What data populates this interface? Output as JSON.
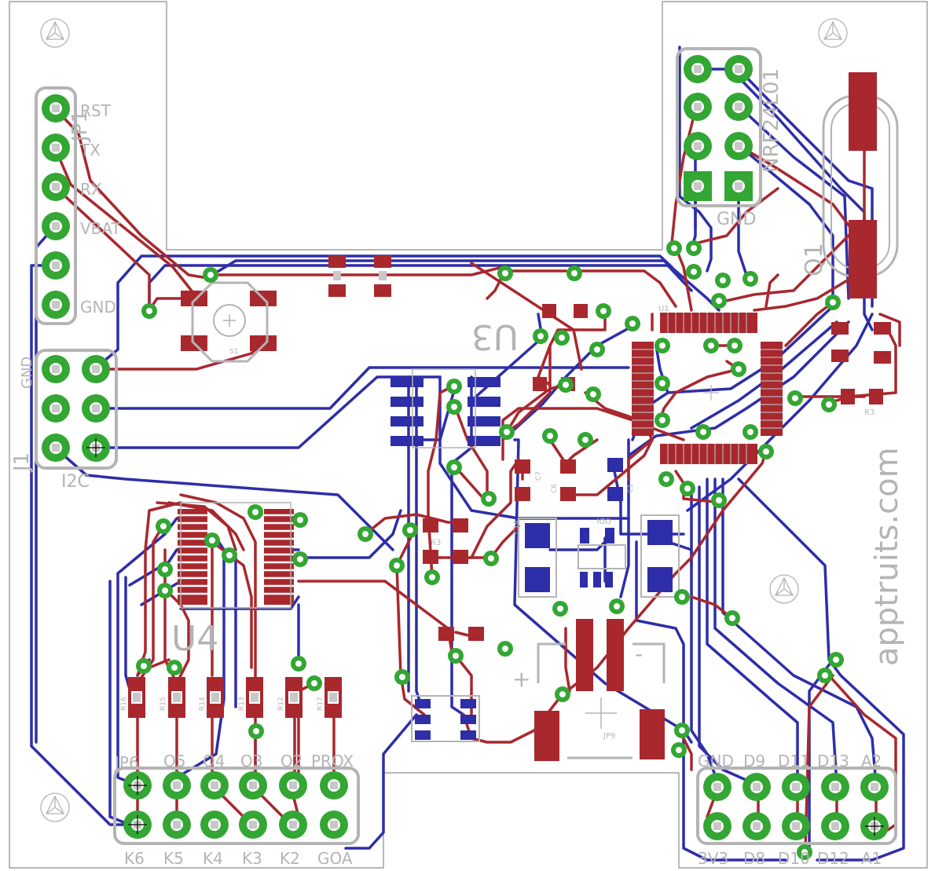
{
  "labels": {
    "jp1": "JP1",
    "rst": "RST",
    "tx": "TX",
    "rx": "RX",
    "vbat": "VBAT",
    "gnd_left": "GND",
    "gnd_vertical": "GND",
    "j1": "J1",
    "i2c": "I2C",
    "u3": "U3",
    "u4": "U4",
    "jp6": "JP6",
    "nrf": "NRF24L01",
    "gnd_nrf": "GND",
    "q1": "Q1",
    "u1": "U1",
    "s1": "S1",
    "odi": "ODI",
    "jp9": "JP9",
    "r3": "R3",
    "c7": "C7",
    "c6": "C6",
    "c1": "C1",
    "c14": "C14",
    "r12": "R12",
    "r13": "R13",
    "r14": "R14",
    "r15": "R15",
    "r16": "R16",
    "r17": "R17",
    "r3b": "R3",
    "plus": "+",
    "minus": "-",
    "brand": "apptruits.com"
  },
  "top_header": [
    "JP6",
    "O5",
    "O4",
    "O3",
    "O2",
    "PROX"
  ],
  "bottom_header": [
    "K6",
    "K5",
    "K4",
    "K3",
    "K2",
    "GOA"
  ],
  "right_top_header": [
    "GND",
    "D9",
    "D11",
    "D13",
    "A2"
  ],
  "right_bottom_header": [
    "3V3",
    "D8",
    "D10",
    "D12",
    "A1"
  ],
  "colors": {
    "top_copper": "#a8282e",
    "bottom_copper": "#2e2ea8",
    "pad": "#33a633",
    "silkscreen": "#b4b4b4"
  }
}
